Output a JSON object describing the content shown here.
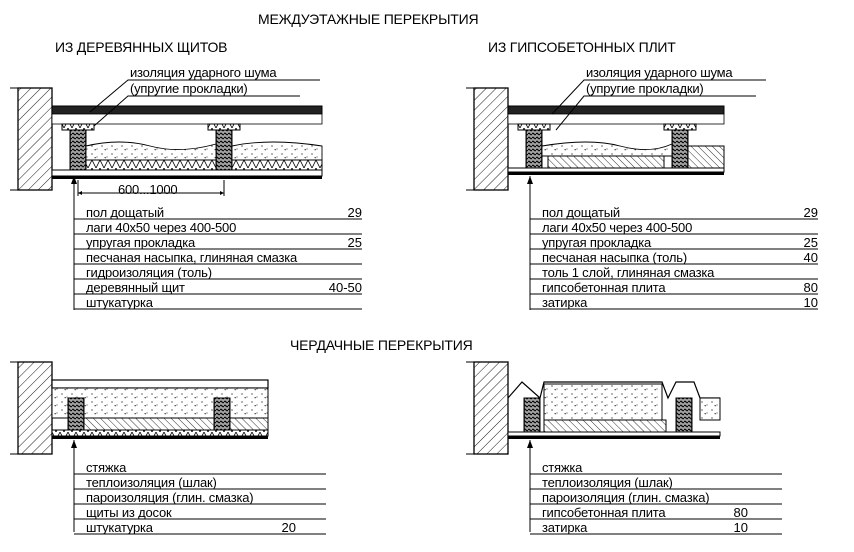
{
  "titles": {
    "interfloor": "МЕЖДУЭТАЖНЫЕ ПЕРЕКРЫТИЯ",
    "wood_panels": "ИЗ ДЕРЕВЯННЫХ ЩИТОВ",
    "gypsum_slabs": "ИЗ ГИПСОБЕТОННЫХ ПЛИТ",
    "attic": "ЧЕРДАЧНЫЕ ПЕРЕКРЫТИЯ"
  },
  "callouts": {
    "left_line1": "изоляция ударного шума",
    "left_line2": "(упругие прокладки)",
    "right_line1": "изоляция ударного шума",
    "right_line2": "(упругие прокладки)",
    "spacing": "600...1000"
  },
  "legend_top_left": [
    {
      "label": "пол дощатый",
      "value": "29"
    },
    {
      "label": "лаги 40х50 через 400-500",
      "value": ""
    },
    {
      "label": "упругая прокладка",
      "value": "25"
    },
    {
      "label": "песчаная насыпка, глиняная смазка",
      "value": ""
    },
    {
      "label": "гидроизоляция (толь)",
      "value": ""
    },
    {
      "label": "деревянный щит",
      "value": "40-50"
    },
    {
      "label": "штукатурка",
      "value": ""
    }
  ],
  "legend_top_right": [
    {
      "label": "пол дощатый",
      "value": "29"
    },
    {
      "label": "лаги 40х50 через 400-500",
      "value": ""
    },
    {
      "label": "упругая прокладка",
      "value": "25"
    },
    {
      "label": "песчаная насыпка (толь)",
      "value": "40"
    },
    {
      "label": "толь 1 слой, глиняная смазка",
      "value": ""
    },
    {
      "label": "гипсобетонная плита",
      "value": "80"
    },
    {
      "label": "затирка",
      "value": "10"
    }
  ],
  "legend_bottom_left": [
    {
      "label": "стяжка",
      "value": ""
    },
    {
      "label": "теплоизоляция (шлак)",
      "value": ""
    },
    {
      "label": "пароизоляция (глин. смазка)",
      "value": ""
    },
    {
      "label": "щиты из досок",
      "value": ""
    },
    {
      "label": "штукатурка",
      "value": "20"
    }
  ],
  "legend_bottom_right": [
    {
      "label": "стяжка",
      "value": ""
    },
    {
      "label": "теплоизоляция (шлак)",
      "value": ""
    },
    {
      "label": "пароизоляция (глин. смазка)",
      "value": ""
    },
    {
      "label": "гипсобетонная плита",
      "value": "80"
    },
    {
      "label": "затирка",
      "value": "10"
    }
  ]
}
